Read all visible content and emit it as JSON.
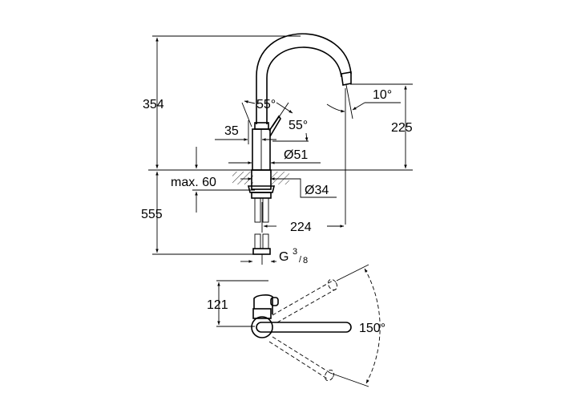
{
  "drawing": {
    "side_view": {
      "total_height": "354",
      "below_counter": "555",
      "spout_height": "225",
      "spout_angle": "10°",
      "handle_angle_left": "55°",
      "handle_angle_right": "55°",
      "handle_offset": "35",
      "body_diameter": "Ø51",
      "max_counter_thickness": "max. 60",
      "hole_diameter": "Ø34",
      "spout_reach": "224",
      "connection_thread": "G",
      "thread_num": "3",
      "thread_den": "8"
    },
    "top_view": {
      "depth": "121",
      "swivel_angle": "150°"
    }
  }
}
